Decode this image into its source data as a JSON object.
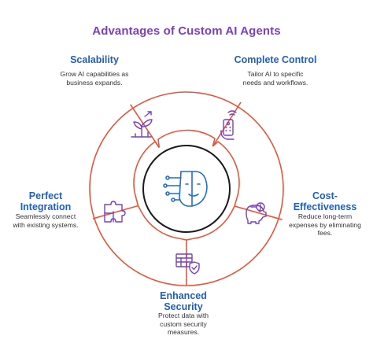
{
  "title": "Advantages of Custom AI Agents",
  "colors": {
    "title": "#7b3fbf",
    "heading": "#1f5fbf",
    "ring": "#e8553a",
    "icon": "#7b3fbf",
    "center_icon": "#1f6fd1"
  },
  "advantages": [
    {
      "heading_lines": [
        "Scalability"
      ],
      "desc_lines": [
        "Grow AI capabilities as",
        "business expands."
      ],
      "icon": "growth-plant-icon"
    },
    {
      "heading_lines": [
        "Complete Control"
      ],
      "desc_lines": [
        "Tailor AI to specific",
        "needs and workflows."
      ],
      "icon": "remote-control-icon"
    },
    {
      "heading_lines": [
        "Cost-",
        "Effectiveness"
      ],
      "desc_lines": [
        "Reduce long-term",
        "expenses by eliminating",
        "fees."
      ],
      "icon": "piggy-bank-icon"
    },
    {
      "heading_lines": [
        "Enhanced",
        "Security"
      ],
      "desc_lines": [
        "Protect data with",
        "custom security",
        "measures."
      ],
      "icon": "security-grid-icon"
    },
    {
      "heading_lines": [
        "Perfect",
        "Integration"
      ],
      "desc_lines": [
        "Seamlessly connect",
        "with existing systems."
      ],
      "icon": "puzzle-icon"
    }
  ],
  "center_icon": "ai-face-circuit-icon"
}
